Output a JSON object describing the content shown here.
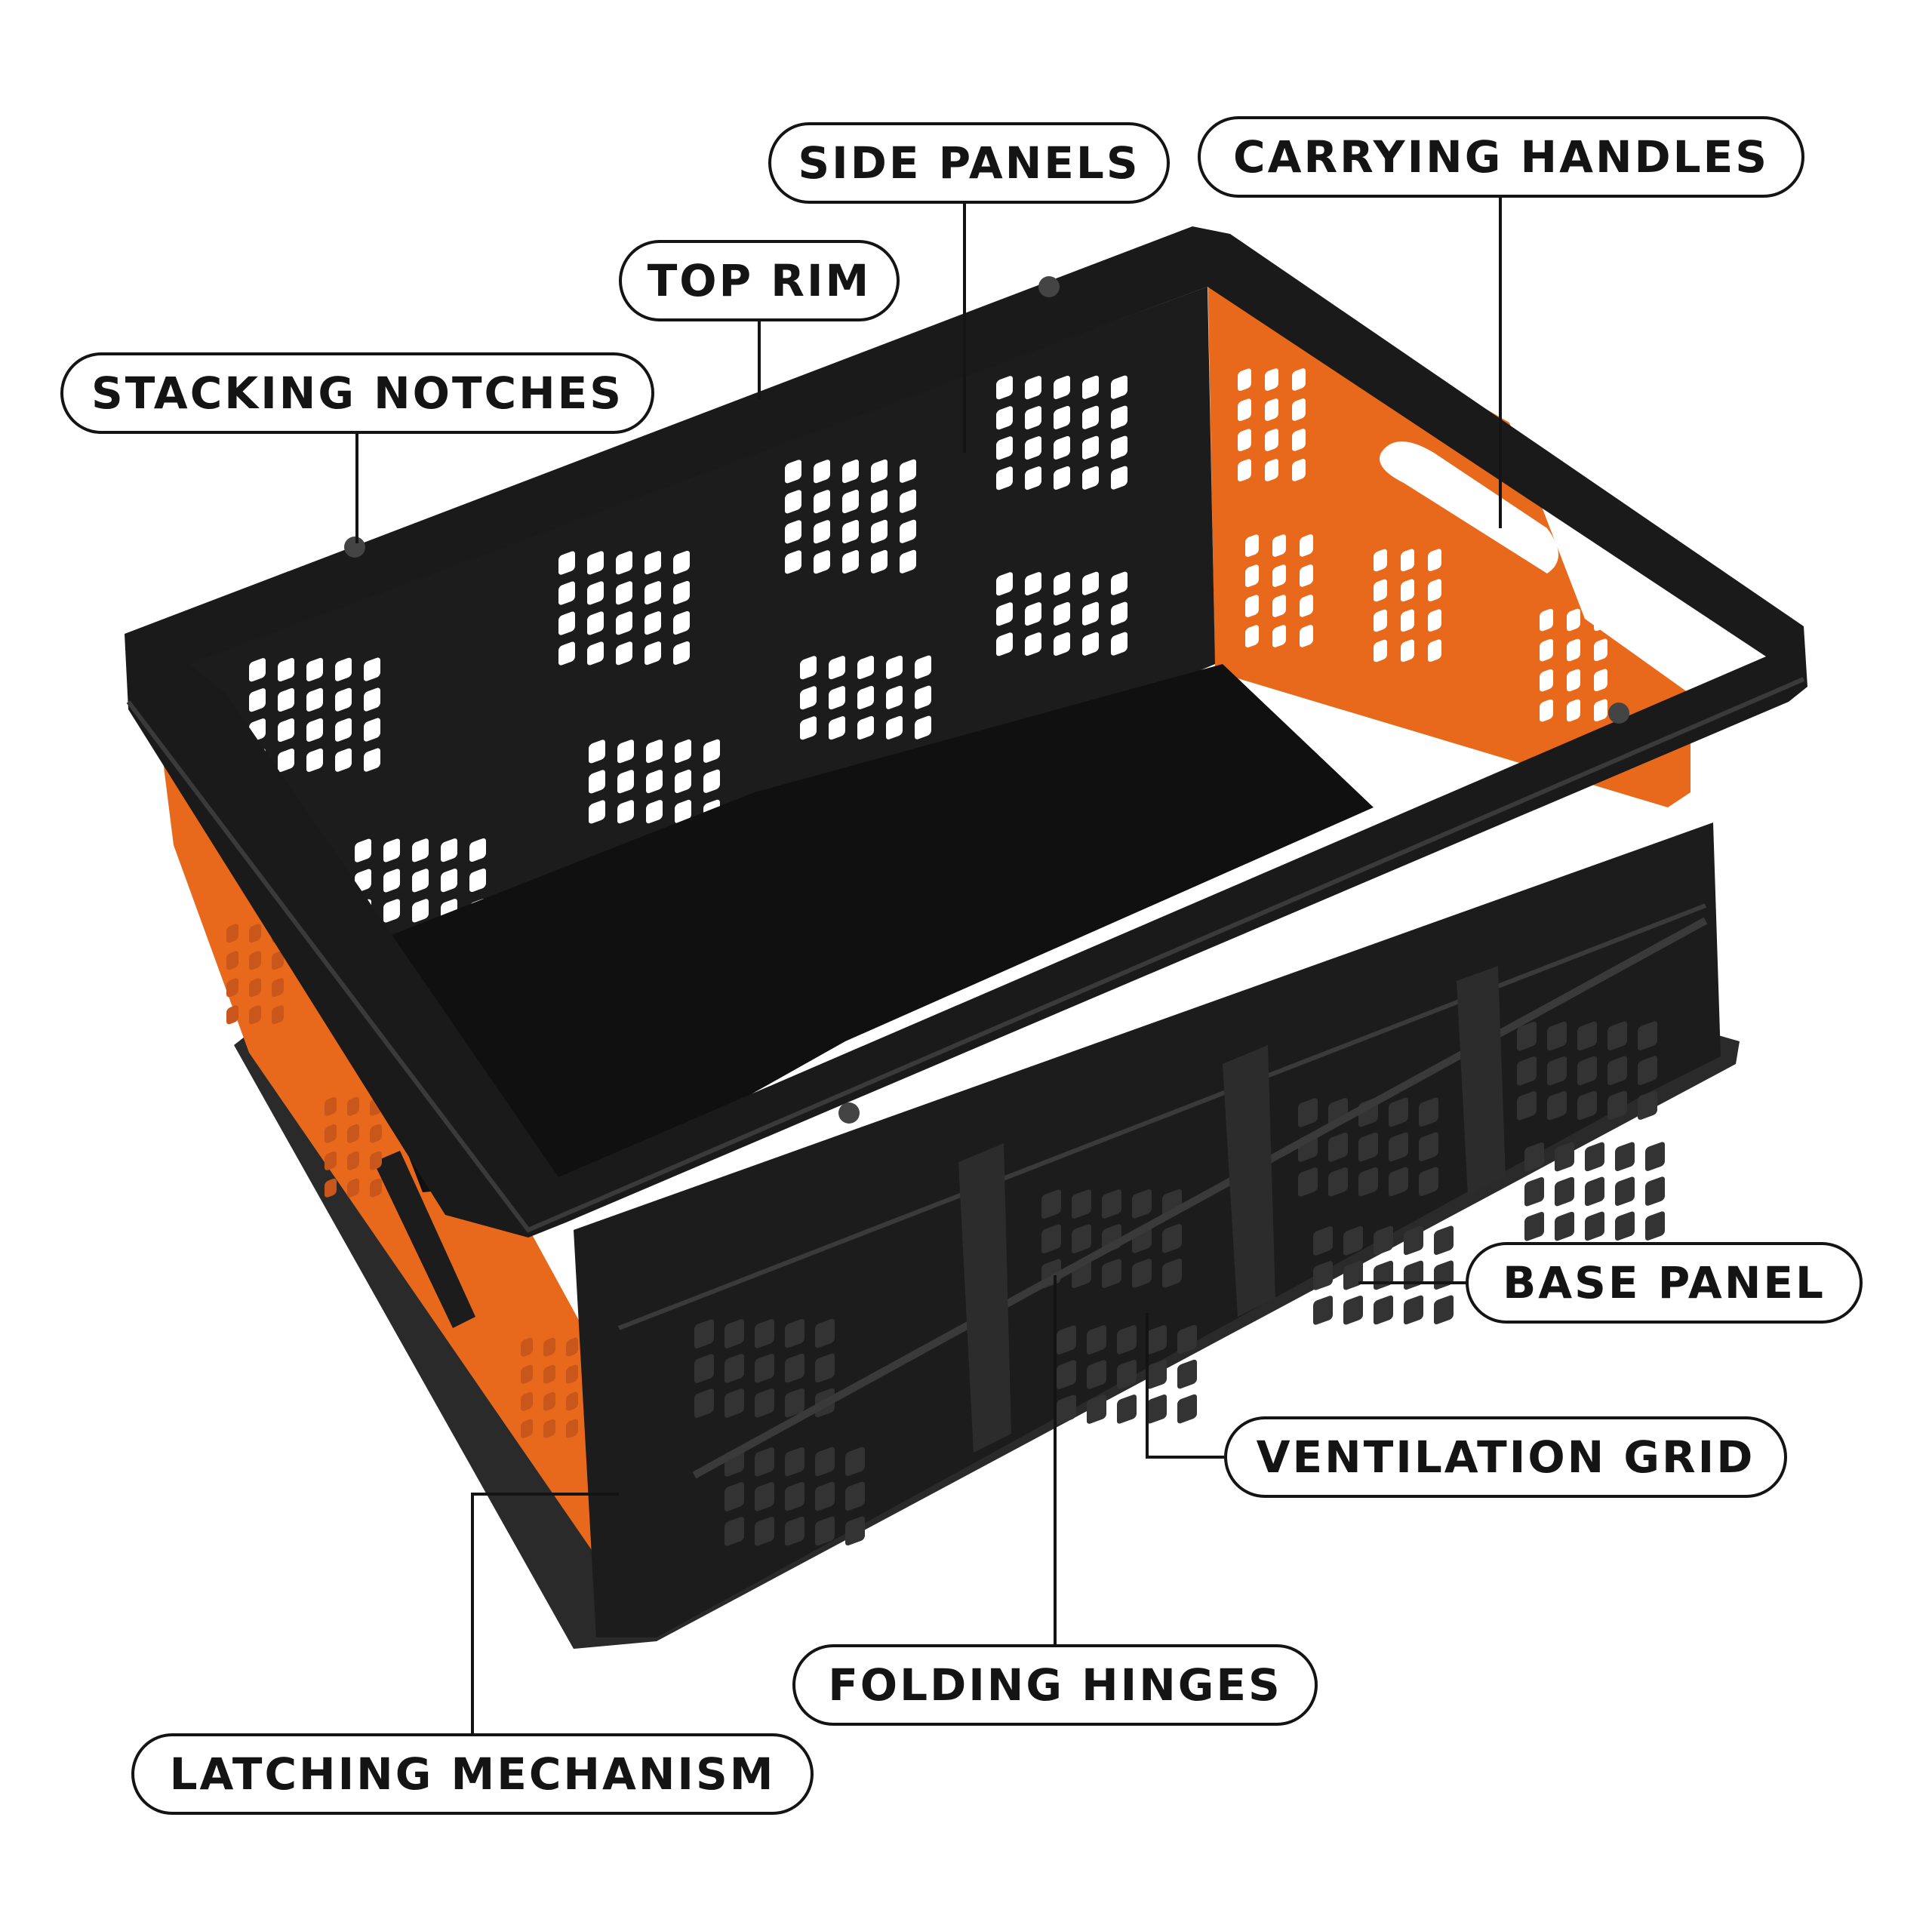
{
  "colors": {
    "crate_black": "#1c1c1c",
    "crate_orange": "#e8691c",
    "outline": "#141414",
    "background": "#ffffff"
  },
  "labels": {
    "side_panels": "SIDE PANELS",
    "carrying_handles": "CARRYING HANDLES",
    "top_rim": "TOP RIM",
    "stacking_notches": "STACKING NOTCHES",
    "base_panel": "BASE PANEL",
    "ventilation_grid": "VENTILATION GRID",
    "folding_hinges": "FOLDING HINGES",
    "latching_mechanism": "LATCHING MECHANISM"
  }
}
